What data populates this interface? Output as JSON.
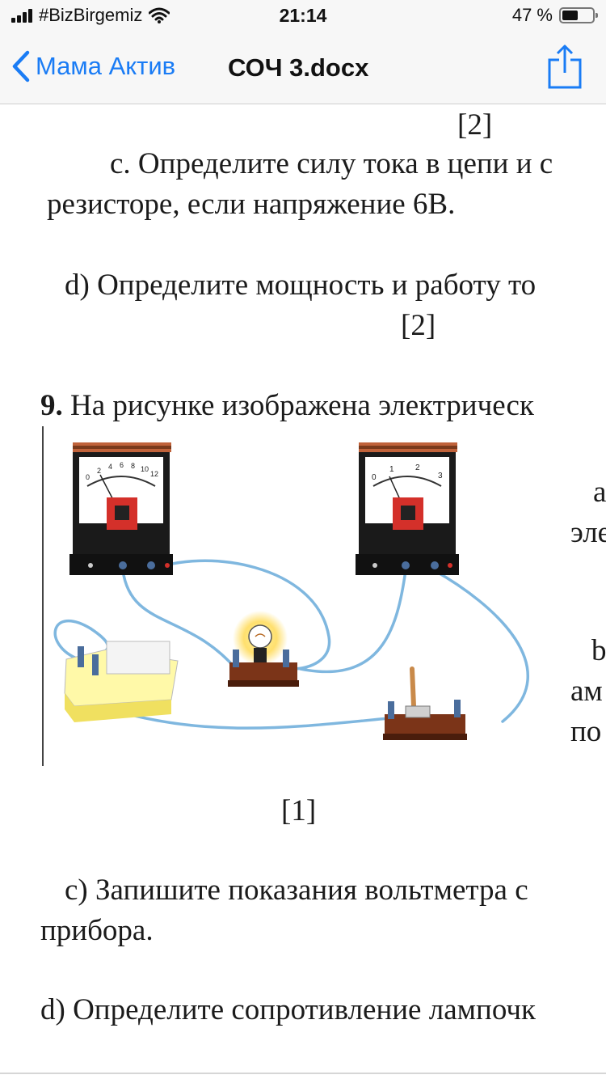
{
  "status_bar": {
    "carrier": "#BizBirgemiz",
    "time": "21:14",
    "battery_percent": "47 %",
    "battery_level": 0.47
  },
  "nav": {
    "back_label": "Мама Актив",
    "title": "СОЧ 3.docx"
  },
  "document": {
    "lines": [
      "[2]",
      "c. Определите силу тока в цепи и с",
      "резисторе, если напряжение 6В.",
      "d) Определите мощность и работу то",
      "[2]",
      "На рисунке изображена электрическ",
      "[1]",
      "с) Запишите показания вольтметра с",
      "прибора.",
      "d) Определите сопротивление лампочк"
    ],
    "question_number": "9.",
    "side_fragments": [
      "а",
      "эле",
      "b",
      "ам",
      "по"
    ],
    "voltmeter_scale": [
      "0",
      "2",
      "4",
      "6",
      "8",
      "10",
      "12"
    ],
    "ammeter_scale": [
      "0",
      "1",
      "2",
      "3"
    ]
  },
  "colors": {
    "accent": "#1a7cf5",
    "wire": "#7fb7df"
  }
}
